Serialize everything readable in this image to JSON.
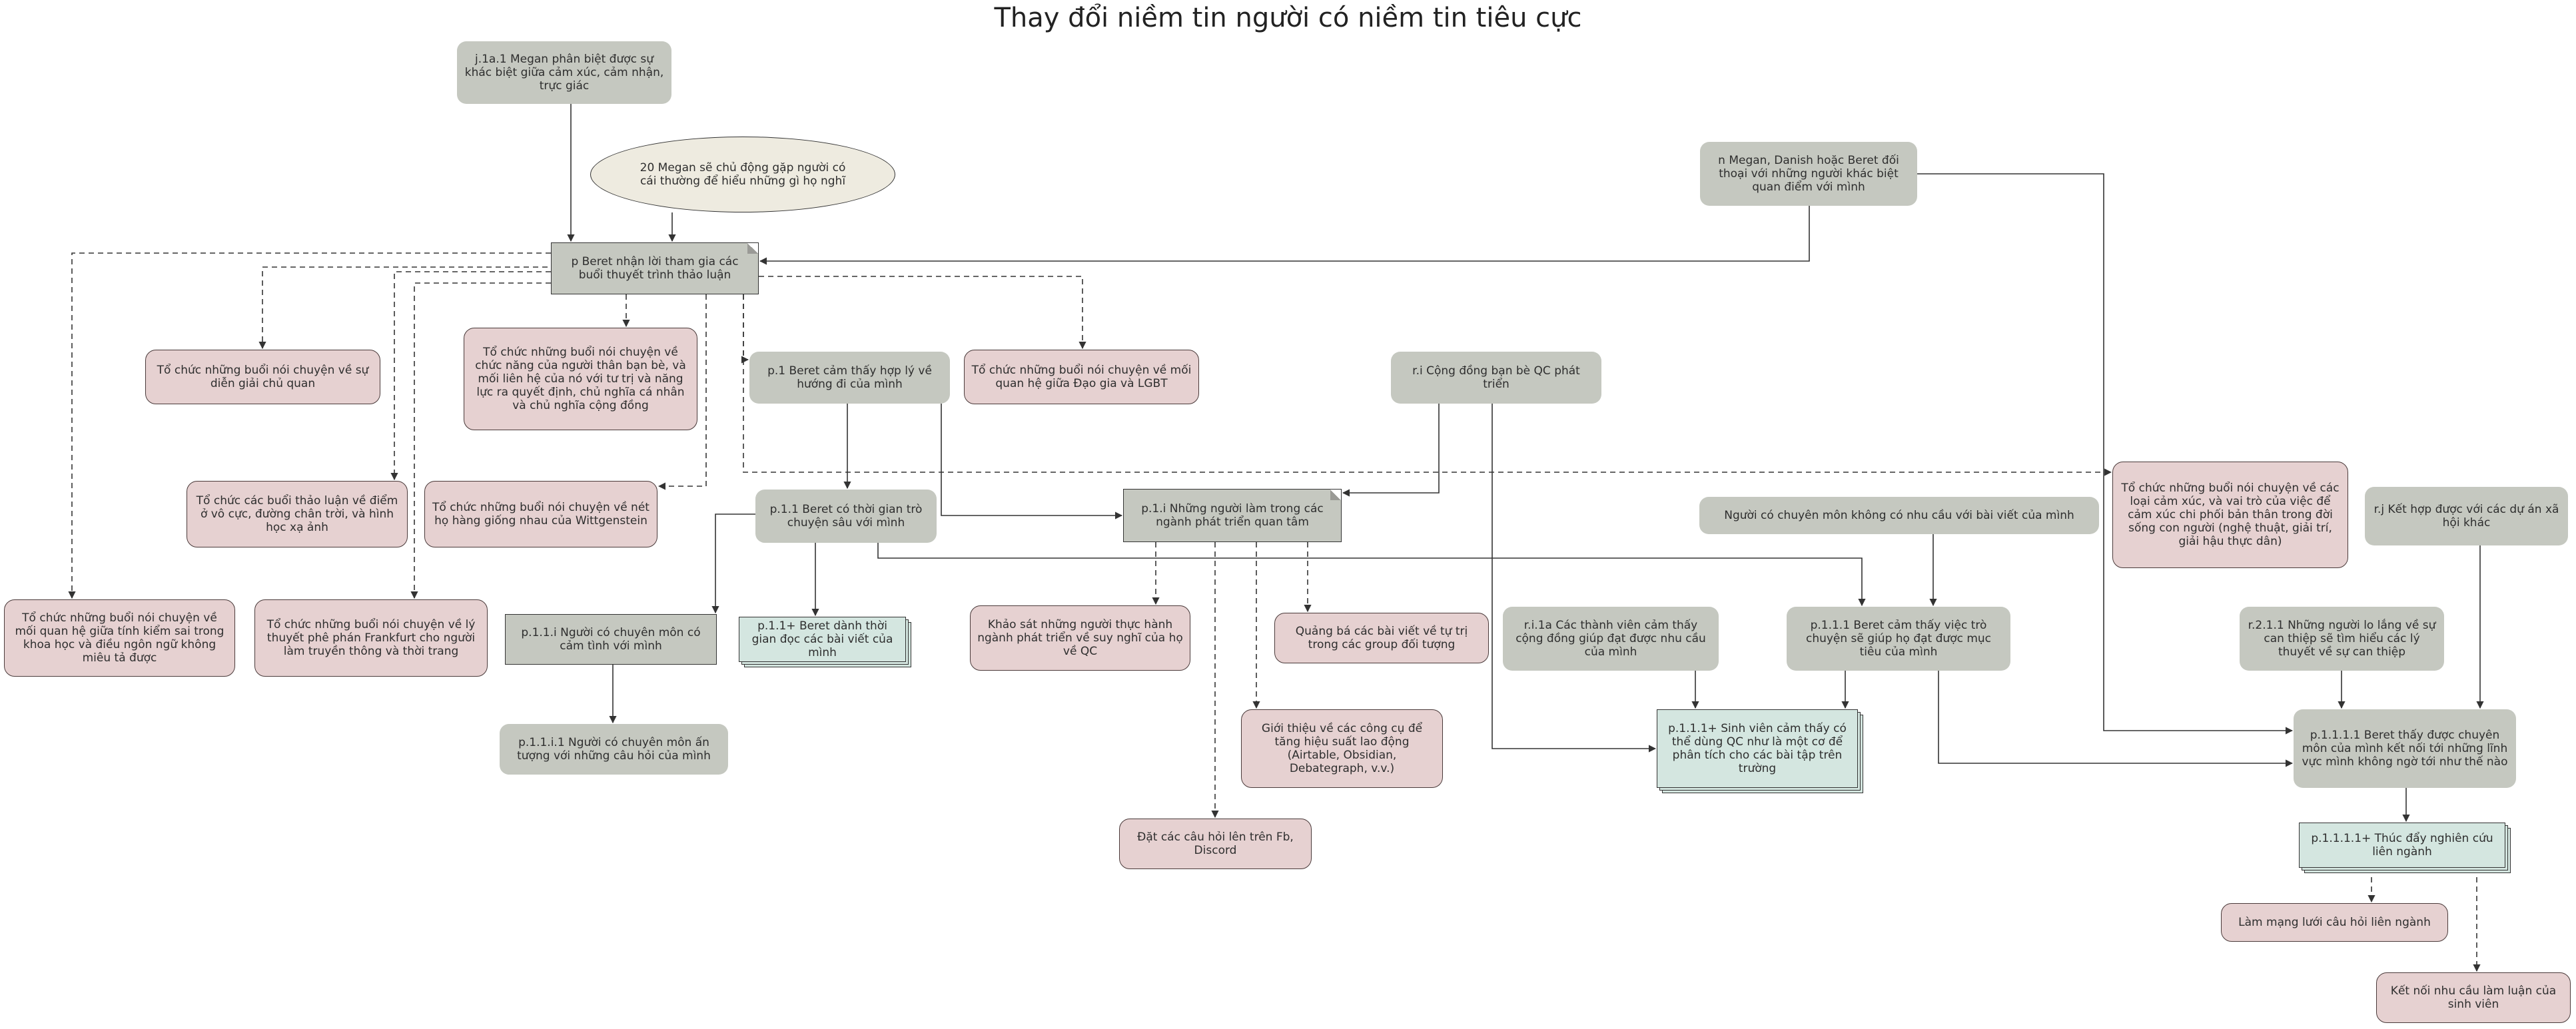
{
  "title": "Thay đổi niềm tin người có niềm tin tiêu cực",
  "nodes": {
    "j1a1": "j.1a.1 Megan phân biệt được sự khác biệt giữa cảm xúc, cảm nhận, trực giác",
    "n20": "20 Megan sẽ chủ động gặp người có cái thường để hiểu những gì họ nghĩ",
    "n_dialog": "n Megan, Danish hoặc Beret đối thoại với những người khác biệt quan điểm với mình",
    "p": "p Beret nhận lời tham gia các buổi thuyết trình thảo luận",
    "talk_subjective": "Tổ chức những buổi nói chuyện về sự diễn giải chủ quan",
    "talk_friends": "Tổ chức những buổi nói chuyện về chức năng của người thân bạn bè, và mối liên hệ của nó với tư trị và năng lực ra quyết định, chủ nghĩa cá nhân và chủ nghĩa cộng đồng",
    "p1": "p.1 Beret cảm thấy hợp lý về hướng đi của mình",
    "talk_lgbt": "Tổ chức những buổi nói chuyện về mối quan hệ giữa Đạo gia và LGBT",
    "ri": "r.i Cộng đồng bạn bè QC phát triển",
    "talk_emotions": "Tổ chức những buổi nói chuyện về các loại cảm xúc, và vai trò của việc để cảm xúc chi phối bản thân trong đời sống con người (nghệ thuật, giải trí, giải hậu thực dân)",
    "discuss_nihil": "Tổ chức các buổi thảo luận về điểm ở vô cực, đường chân trời, và hình học xạ ảnh",
    "talk_wittgenstein": "Tổ chức những buổi nói chuyện về nét họ hàng giống nhau của Wittgenstein",
    "p11": "p.1.1 Beret có thời gian trò chuyện sâu với mình",
    "p1i": "p.1.i Những người làm trong các ngành phát triển quan tâm",
    "expert_need": "Người có chuyên môn không có nhu cầu với bài viết của mình",
    "rj": "r.j Kết hợp được với các dự án xã hội khác",
    "talk_science": "Tổ chức những buổi nói chuyện về mối quan hệ giữa tính kiểm sai trong khoa học và điều ngôn ngữ không miêu tả được",
    "talk_frankfurt": "Tổ chức những buổi nói chuyện về lý thuyết phê phán Frankfurt cho người làm truyền thông và thời trang",
    "p11i": "p.1.1.i Người có chuyên môn có cảm tình với mình",
    "p11plus": "p.1.1+ Beret dành thời gian đọc các bài viết của mình",
    "survey": "Khảo sát những người thực hành ngành phát triển về suy nghĩ của họ về QC",
    "promote": "Quảng bá các bài viết về tự trị trong các group đối tượng",
    "ri1a": "r.i.1a Các thành viên cảm thấy cộng đồng giúp đạt được nhu cầu của mình",
    "p111": "p.1.1.1 Beret cảm thấy việc trò chuyện sẽ giúp họ đạt được mục tiêu của mình",
    "r21i": "r.2.1.1 Những người lo lắng về sự can thiệp sẽ tìm hiểu các lý thuyết về sự can thiệp",
    "p11i1": "p.1.1.i.1 Người có chuyên môn ấn tượng với những câu hỏi của mình",
    "tools": "Giới thiệu về các công cụ để tăng hiệu suất lao động (Airtable, Obsidian, Debategraph, v.v.)",
    "p111plus": "p.1.1.1+ Sinh viên cảm thấy có thể dùng QC như là một cơ để phân tích cho các bài tập trên trường",
    "p1111": "p.1.1.1.1 Beret thấy được chuyên môn của mình kết nối tới những lĩnh vực mình không ngờ tới như thế nào",
    "ask_fb": "Đặt các câu hỏi lên trên Fb, Discord",
    "p1111plus": "p.1.1.1.1+ Thúc đẩy nghiên cứu liên ngành",
    "network": "Làm mạng lưới câu hỏi liên ngành",
    "connect": "Kết nối nhu cầu làm luận của sinh viên"
  },
  "colors": {
    "grey_node": "#c5c8c0",
    "pink_node": "#e6d1d1",
    "teal_node": "#d4e6e0",
    "ellipse_node": "#eeebe0",
    "edge": "#333333"
  }
}
